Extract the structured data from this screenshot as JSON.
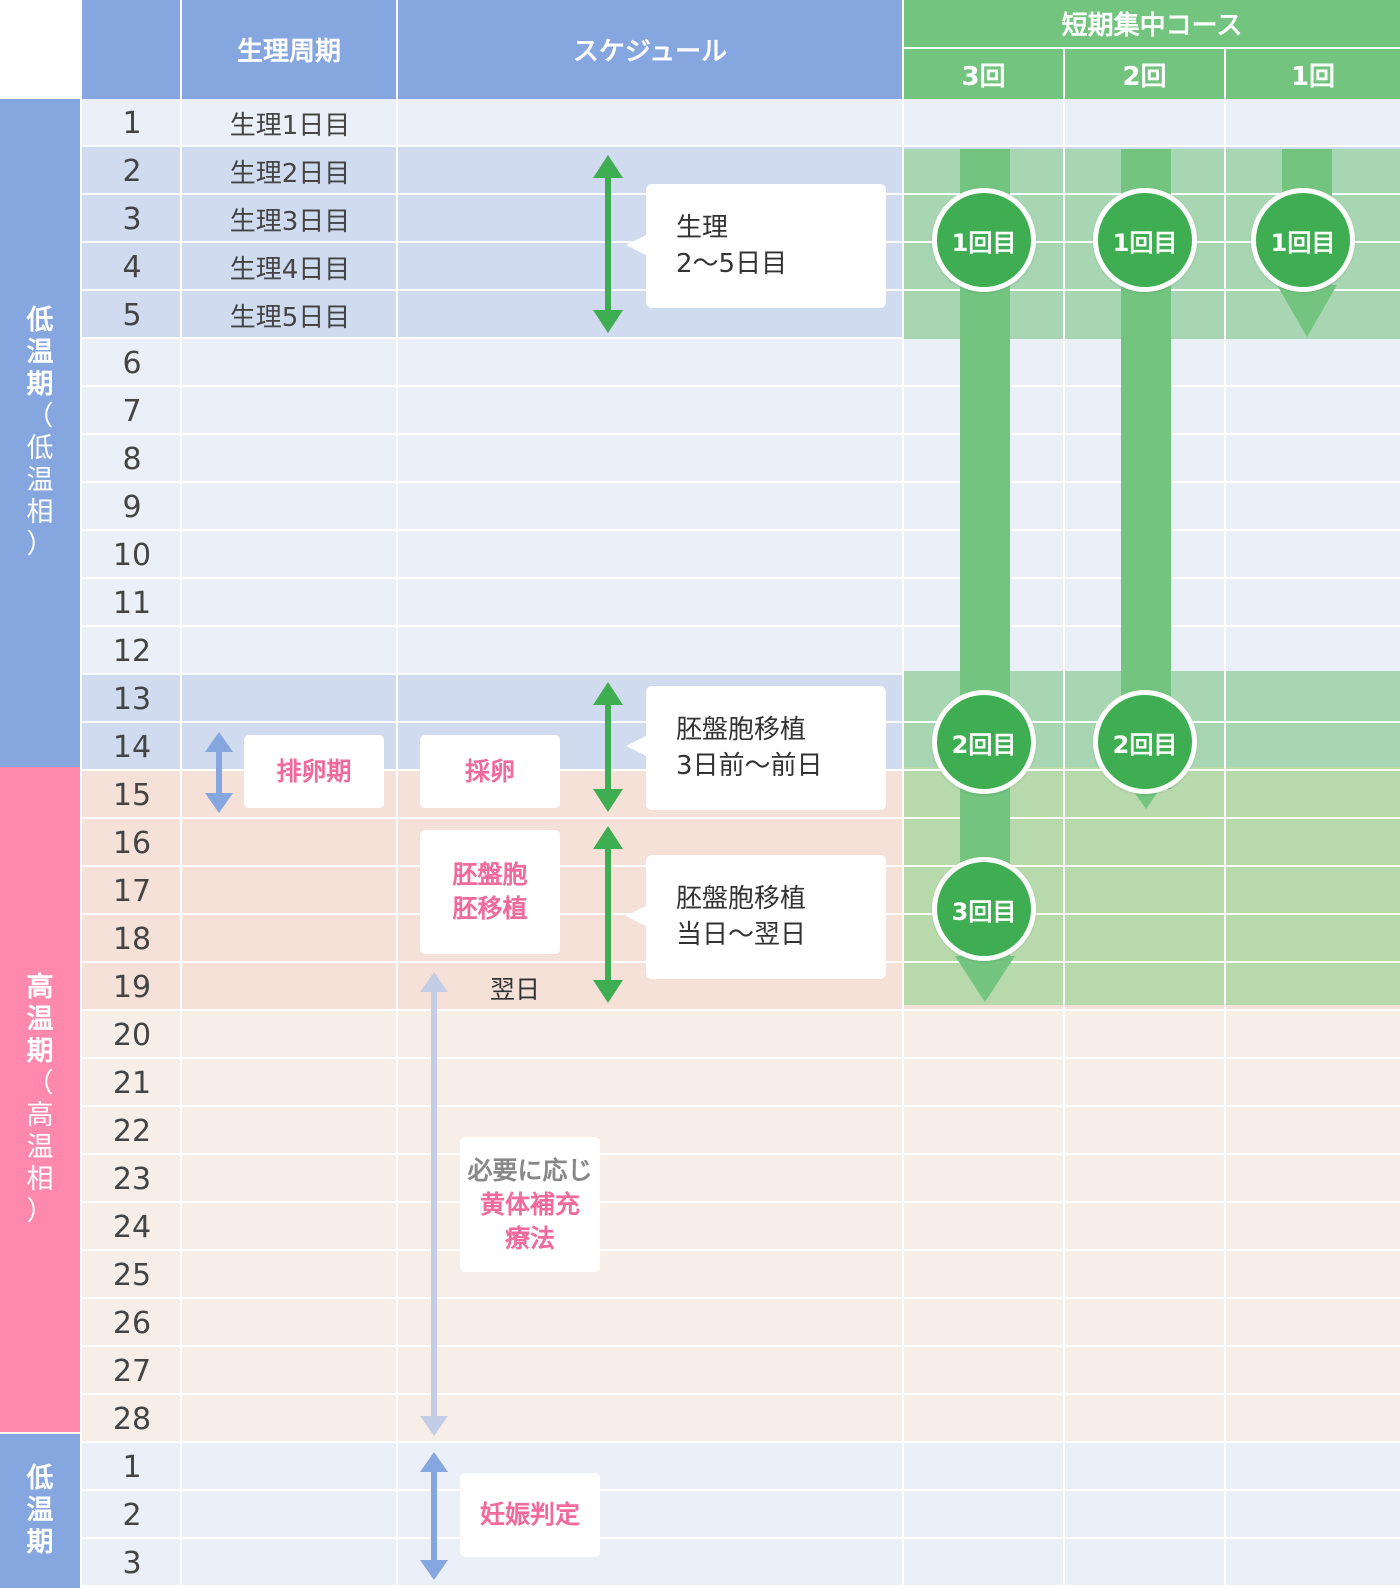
{
  "header": {
    "cycle_col": "生理周期",
    "schedule_col": "スケジュール",
    "course_title": "短期集中コース",
    "course_cols": [
      "3回",
      "2回",
      "1回"
    ]
  },
  "phases": {
    "low_1": {
      "title": [
        "低",
        "温",
        "期"
      ],
      "sub": [
        "（",
        "低",
        "温",
        "相",
        "）"
      ]
    },
    "high": {
      "title": [
        "高",
        "温",
        "期"
      ],
      "sub": [
        "（",
        "高",
        "温",
        "相",
        "）"
      ]
    },
    "low_2": {
      "title": [
        "低",
        "温",
        "期"
      ]
    }
  },
  "days": [
    "1",
    "2",
    "3",
    "4",
    "5",
    "6",
    "7",
    "8",
    "9",
    "10",
    "11",
    "12",
    "13",
    "14",
    "15",
    "16",
    "17",
    "18",
    "19",
    "20",
    "21",
    "22",
    "23",
    "24",
    "25",
    "26",
    "27",
    "28",
    "1",
    "2",
    "3"
  ],
  "cycle_labels": [
    "生理1日目",
    "生理2日目",
    "生理3日目",
    "生理4日目",
    "生理5日目"
  ],
  "events": {
    "ovulation": "排卵期",
    "egg_retrieval": "採卵",
    "transfer": [
      "胚盤胞",
      "胚移植"
    ],
    "next_day": "翌日",
    "luteal_note": "必要に応じ",
    "luteal": [
      "黄体補充",
      "療法"
    ],
    "pregnancy": "妊娠判定"
  },
  "callouts": {
    "period": [
      "生理",
      "2～5日目"
    ],
    "pre_transfer": [
      "胚盤胞移植",
      "3日前～前日"
    ],
    "transfer_day": [
      "胚盤胞移植",
      "当日～翌日"
    ]
  },
  "visits": {
    "first": "1回目",
    "second": "2回目",
    "third": "3回目"
  },
  "colors": {
    "header_blue": "#86a6e0",
    "header_green": "#72c47f",
    "low_phase": "#86a6e0",
    "high_phase": "#ff88ad",
    "visit_circle": "#3fae52",
    "arrow_green": "#3fae52",
    "accent_pink": "#f06a9c"
  }
}
